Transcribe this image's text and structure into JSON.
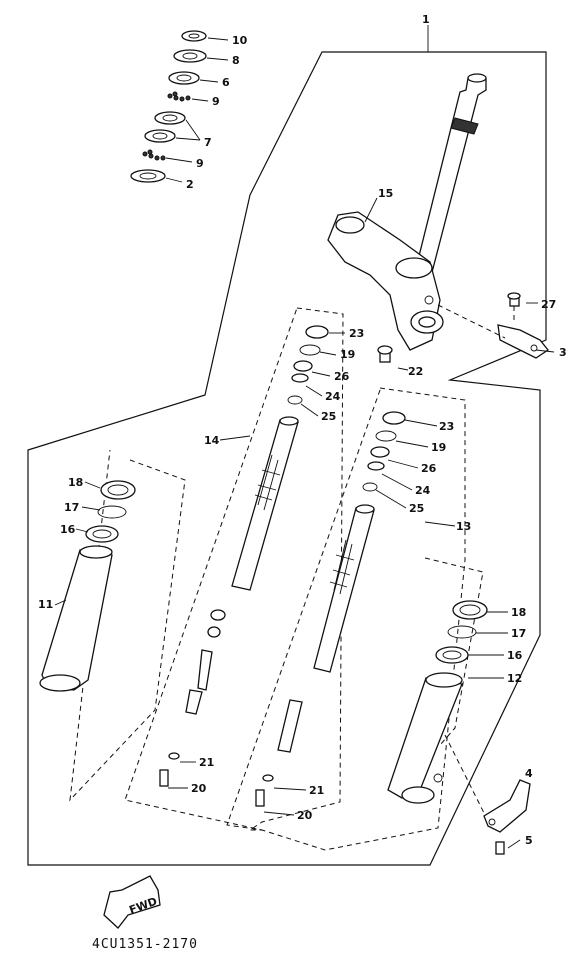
{
  "labels": {
    "p1": "1",
    "p2": "2",
    "p3": "3",
    "p4": "4",
    "p5": "5",
    "p6": "6",
    "p7": "7",
    "p8": "8",
    "p9a": "9",
    "p9b": "9",
    "p10": "10",
    "p11": "11",
    "p12": "12",
    "p13": "13",
    "p14": "14",
    "p15": "15",
    "p16a": "16",
    "p16b": "16",
    "p17a": "17",
    "p17b": "17",
    "p18a": "18",
    "p18b": "18",
    "p19a": "19",
    "p19b": "19",
    "p20a": "20",
    "p20b": "20",
    "p21a": "21",
    "p21b": "21",
    "p22": "22",
    "p23a": "23",
    "p23b": "23",
    "p24a": "24",
    "p24b": "24",
    "p25a": "25",
    "p25b": "25",
    "p26a": "26",
    "p26b": "26",
    "p27": "27"
  },
  "fwd_label": "FWD",
  "diagram_code": "4CU1351-2170"
}
